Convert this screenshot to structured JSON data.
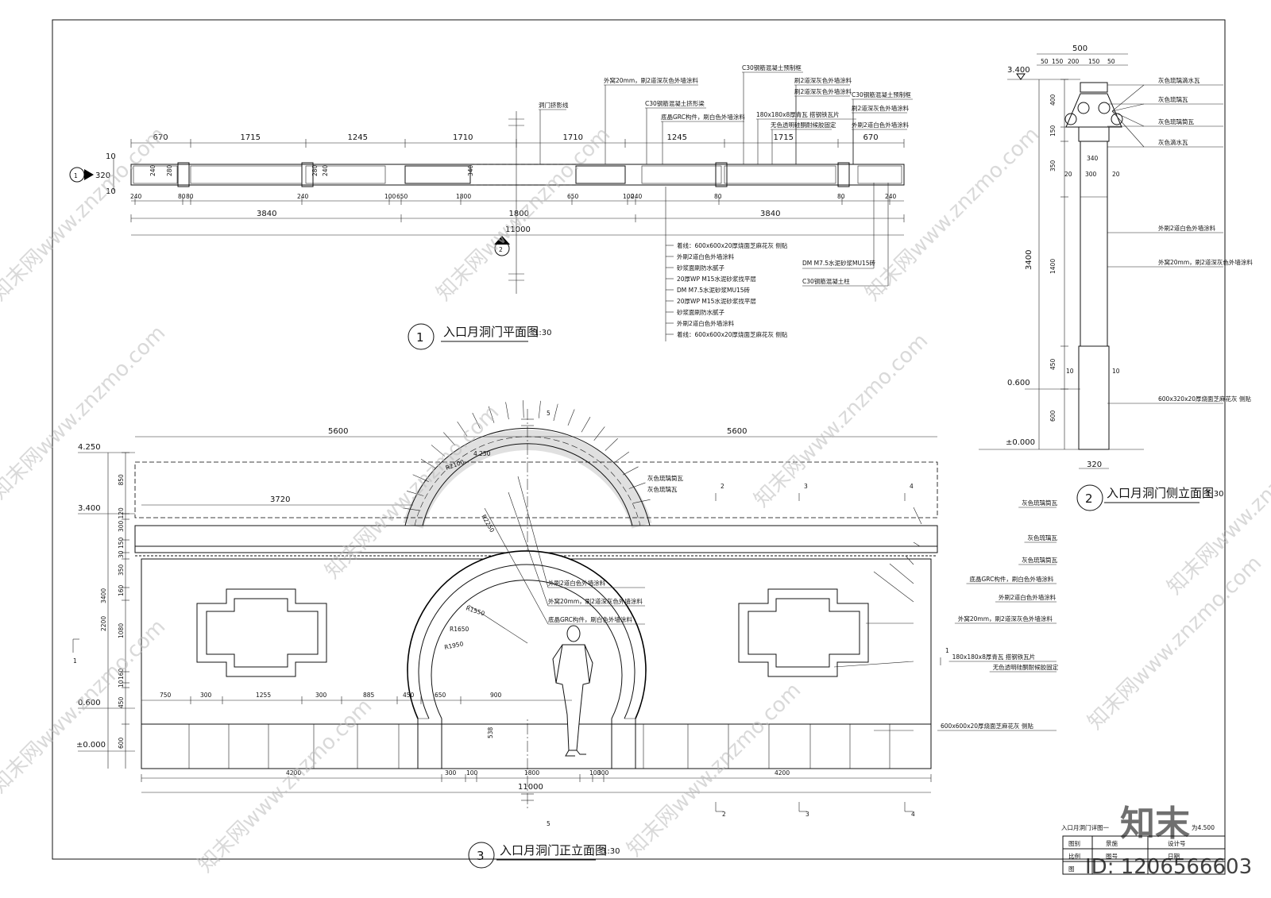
{
  "plan": {
    "title": "入口月洞门平面图",
    "scale": "1:30",
    "index": "1",
    "top_dims": [
      "670",
      "1715",
      "1245",
      "1710",
      "1710",
      "1245",
      "1715",
      "670"
    ],
    "mid_dims": [
      "240",
      "80",
      "80",
      "240",
      "100",
      "650",
      "1800",
      "650",
      "100",
      "240",
      "80",
      "80",
      "240"
    ],
    "bottom_dims": [
      "3840",
      "1800",
      "3840"
    ],
    "total": "11000",
    "left_dims": [
      "10",
      "320",
      "10"
    ],
    "wall_labels": [
      "240",
      "280",
      "340",
      "280",
      "240"
    ],
    "small_labels": [
      "10",
      "10",
      "280",
      "80"
    ],
    "section_marker": "2",
    "section_marker_left": "1",
    "notes_right": [
      "外窝20mm，刷2道深灰色外墙涂料",
      "C30钢筋混凝土预制框",
      "刷2道深灰色外墙涂料",
      "C30钢筋混凝土挤形梁",
      "刷2道深灰色外墙涂料",
      "底晶GRC构件，刷白色外墙涂料",
      "180x180x8厚青瓦 搭钢铁瓦片",
      "无色透明硅酮耐候胶固定",
      "C30钢筋混凝土预制框",
      "刷2道深灰色外墙涂料",
      "外刷2道白色外墙涂料",
      "洞门挤影线"
    ],
    "notes_bottom": [
      "着线：600x600x20厚烧面芝麻花灰 侧贴",
      "外刷2道白色外墙涂料",
      "砂浆面刷防水腻子",
      "20厚WP M15水泥砂浆找平层",
      "DM M7.5水泥砂浆MU15砖",
      "20厚WP M15水泥砂浆找平层",
      "砂浆面刷防水腻子",
      "外刷2道白色外墙涂料",
      "着线：600x600x20厚烧面芝麻花灰 侧贴"
    ],
    "notes_bottom_right": [
      "DM M7.5水泥砂浆MU15砖",
      "C30钢筋混凝土柱"
    ]
  },
  "side": {
    "title": "入口月洞门侧立面图",
    "scale": "1:30",
    "index": "2",
    "top_dims": [
      "500",
      "50",
      "150",
      "200",
      "150",
      "50"
    ],
    "levels": [
      "3.400",
      "0.600",
      "±0.000"
    ],
    "left_dims": [
      "400",
      "150",
      "350",
      "1400",
      "450",
      "600",
      "3400"
    ],
    "inner_dims": [
      "340",
      "20",
      "300",
      "20",
      "10",
      "10"
    ],
    "bottom_dim": "320",
    "notes": [
      "灰色琉璃滴水瓦",
      "灰色琉璃瓦",
      "灰色琉璃筒瓦",
      "灰色滴水瓦",
      "外刷2道白色外墙涂料",
      "外窝20mm，刷2道深灰色外墙涂料",
      "600x320x20厚烧面芝麻花灰 侧贴"
    ]
  },
  "elev": {
    "title": "入口月洞门正立面图",
    "scale": "1:30",
    "index": "3",
    "top_dims": [
      "5600",
      "5600"
    ],
    "ridge_level": "4.250",
    "levels": [
      "4.250",
      "3.400",
      "0.600",
      "±0.000"
    ],
    "left_dims": [
      "850",
      "120",
      "300",
      "150",
      "30",
      "350",
      "160",
      "1080",
      "160",
      "10",
      "450",
      "600",
      "2200",
      "3400"
    ],
    "inner_top": "3720",
    "radii": [
      "R1550",
      "R1650",
      "R1950",
      "R2250",
      "R2100"
    ],
    "row_dims": [
      "750",
      "300",
      "1255",
      "300",
      "885",
      "450",
      "650",
      "900"
    ],
    "bottom_dims": [
      "4200",
      "300",
      "100",
      "1800",
      "100",
      "300",
      "4200"
    ],
    "total": "11000",
    "door_dim": "538",
    "section_marks": [
      "2",
      "3",
      "4",
      "1",
      "5"
    ],
    "notes_top": [
      "灰色琉璃筒瓦",
      "灰色琉璃瓦"
    ],
    "notes_right": [
      "灰色琉璃筒瓦",
      "灰色琉璃瓦",
      "灰色琉璃筒瓦",
      "底晶GRC构件，刷白色外墙涂料",
      "外刷2道白色外墙涂料",
      "外窝20mm，刷2道深灰色外墙涂料",
      "180x180x8厚青瓦 搭钢铁瓦片",
      "无色透明硅酮耐候胶固定",
      "600x600x20厚烧面芝麻花灰 侧贴"
    ],
    "notes_center": [
      "外刷2道白色外墙涂料",
      "外窝20mm，刷2道深灰色外墙涂料",
      "底晶GRC构件，刷白色外墙涂料"
    ]
  },
  "titleblock": {
    "drawing_name": "入口月洞门详图一",
    "rows": [
      [
        "图别",
        "景施",
        "设计号"
      ],
      [
        "比例",
        "图号",
        "日期"
      ],
      [
        "图",
        "",
        ""
      ]
    ],
    "elevation_note": "为4.500"
  },
  "watermark": {
    "text": "知末网www.znzmo.com",
    "logo": "知末",
    "id": "ID: 1206566603"
  }
}
